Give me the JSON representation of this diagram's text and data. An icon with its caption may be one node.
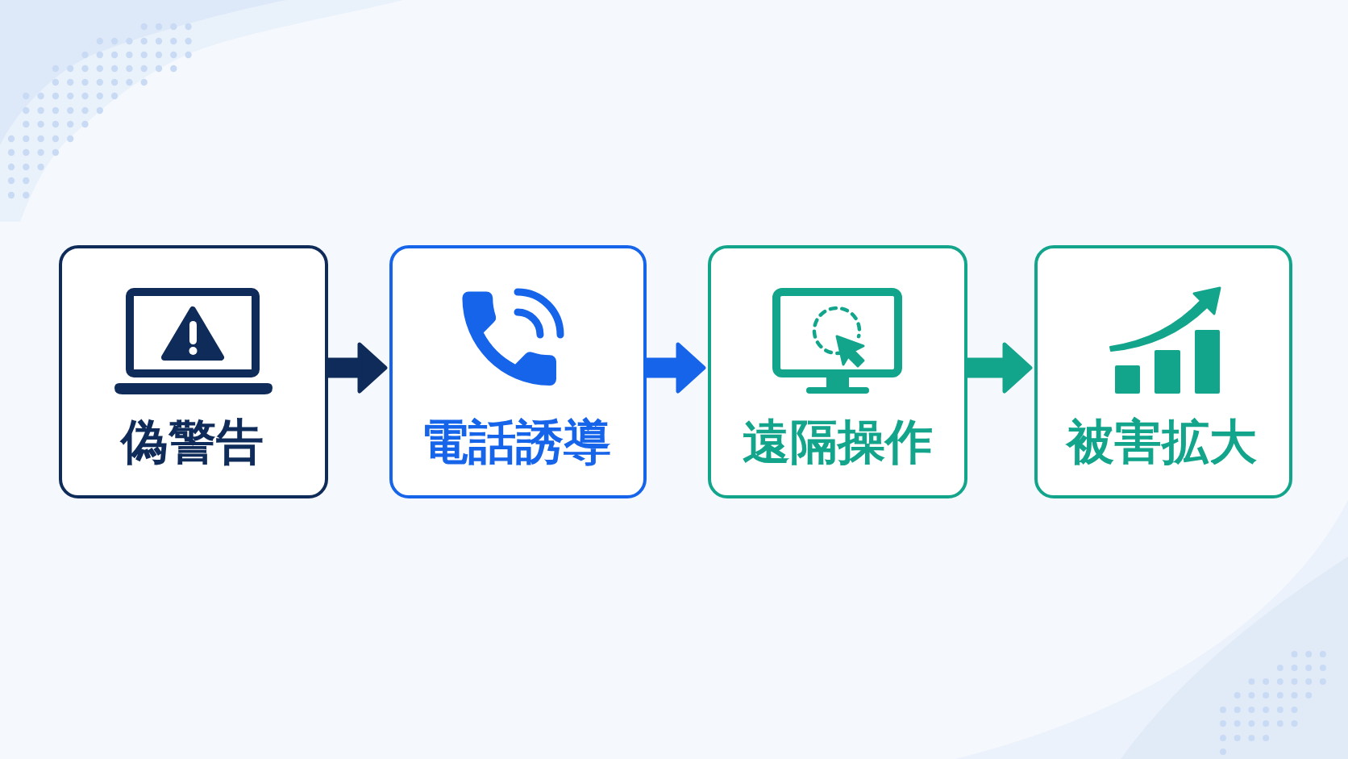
{
  "diagram": {
    "nodes": [
      {
        "text": [
          "偽警告"
        ]
      },
      {
        "text": [
          "電話誘導"
        ]
      },
      {
        "text": [
          "遠隔操作"
        ]
      },
      {
        "text": [
          "被害拡大"
        ]
      }
    ],
    "edges": [
      {
        "from": 0,
        "to": 1,
        "arrow": "to",
        "color": "#0f2b59"
      },
      {
        "from": 1,
        "to": 2,
        "arrow": "to",
        "color": "#1664ea"
      },
      {
        "from": 2,
        "to": 3,
        "arrow": "to",
        "color": "#13a58c"
      }
    ]
  }
}
